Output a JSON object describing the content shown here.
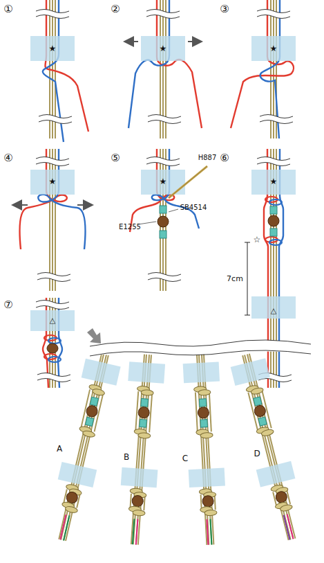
{
  "diagram": {
    "labels": [
      "①",
      "★",
      "②",
      "★",
      "③",
      "★",
      "④",
      "★",
      "⑤",
      "★",
      "H887",
      "SB4514",
      "E1255",
      "⑥",
      "★",
      "☆",
      "7cm",
      "△",
      "⑦",
      "△",
      "A",
      "B",
      "C",
      "D"
    ]
  }
}
